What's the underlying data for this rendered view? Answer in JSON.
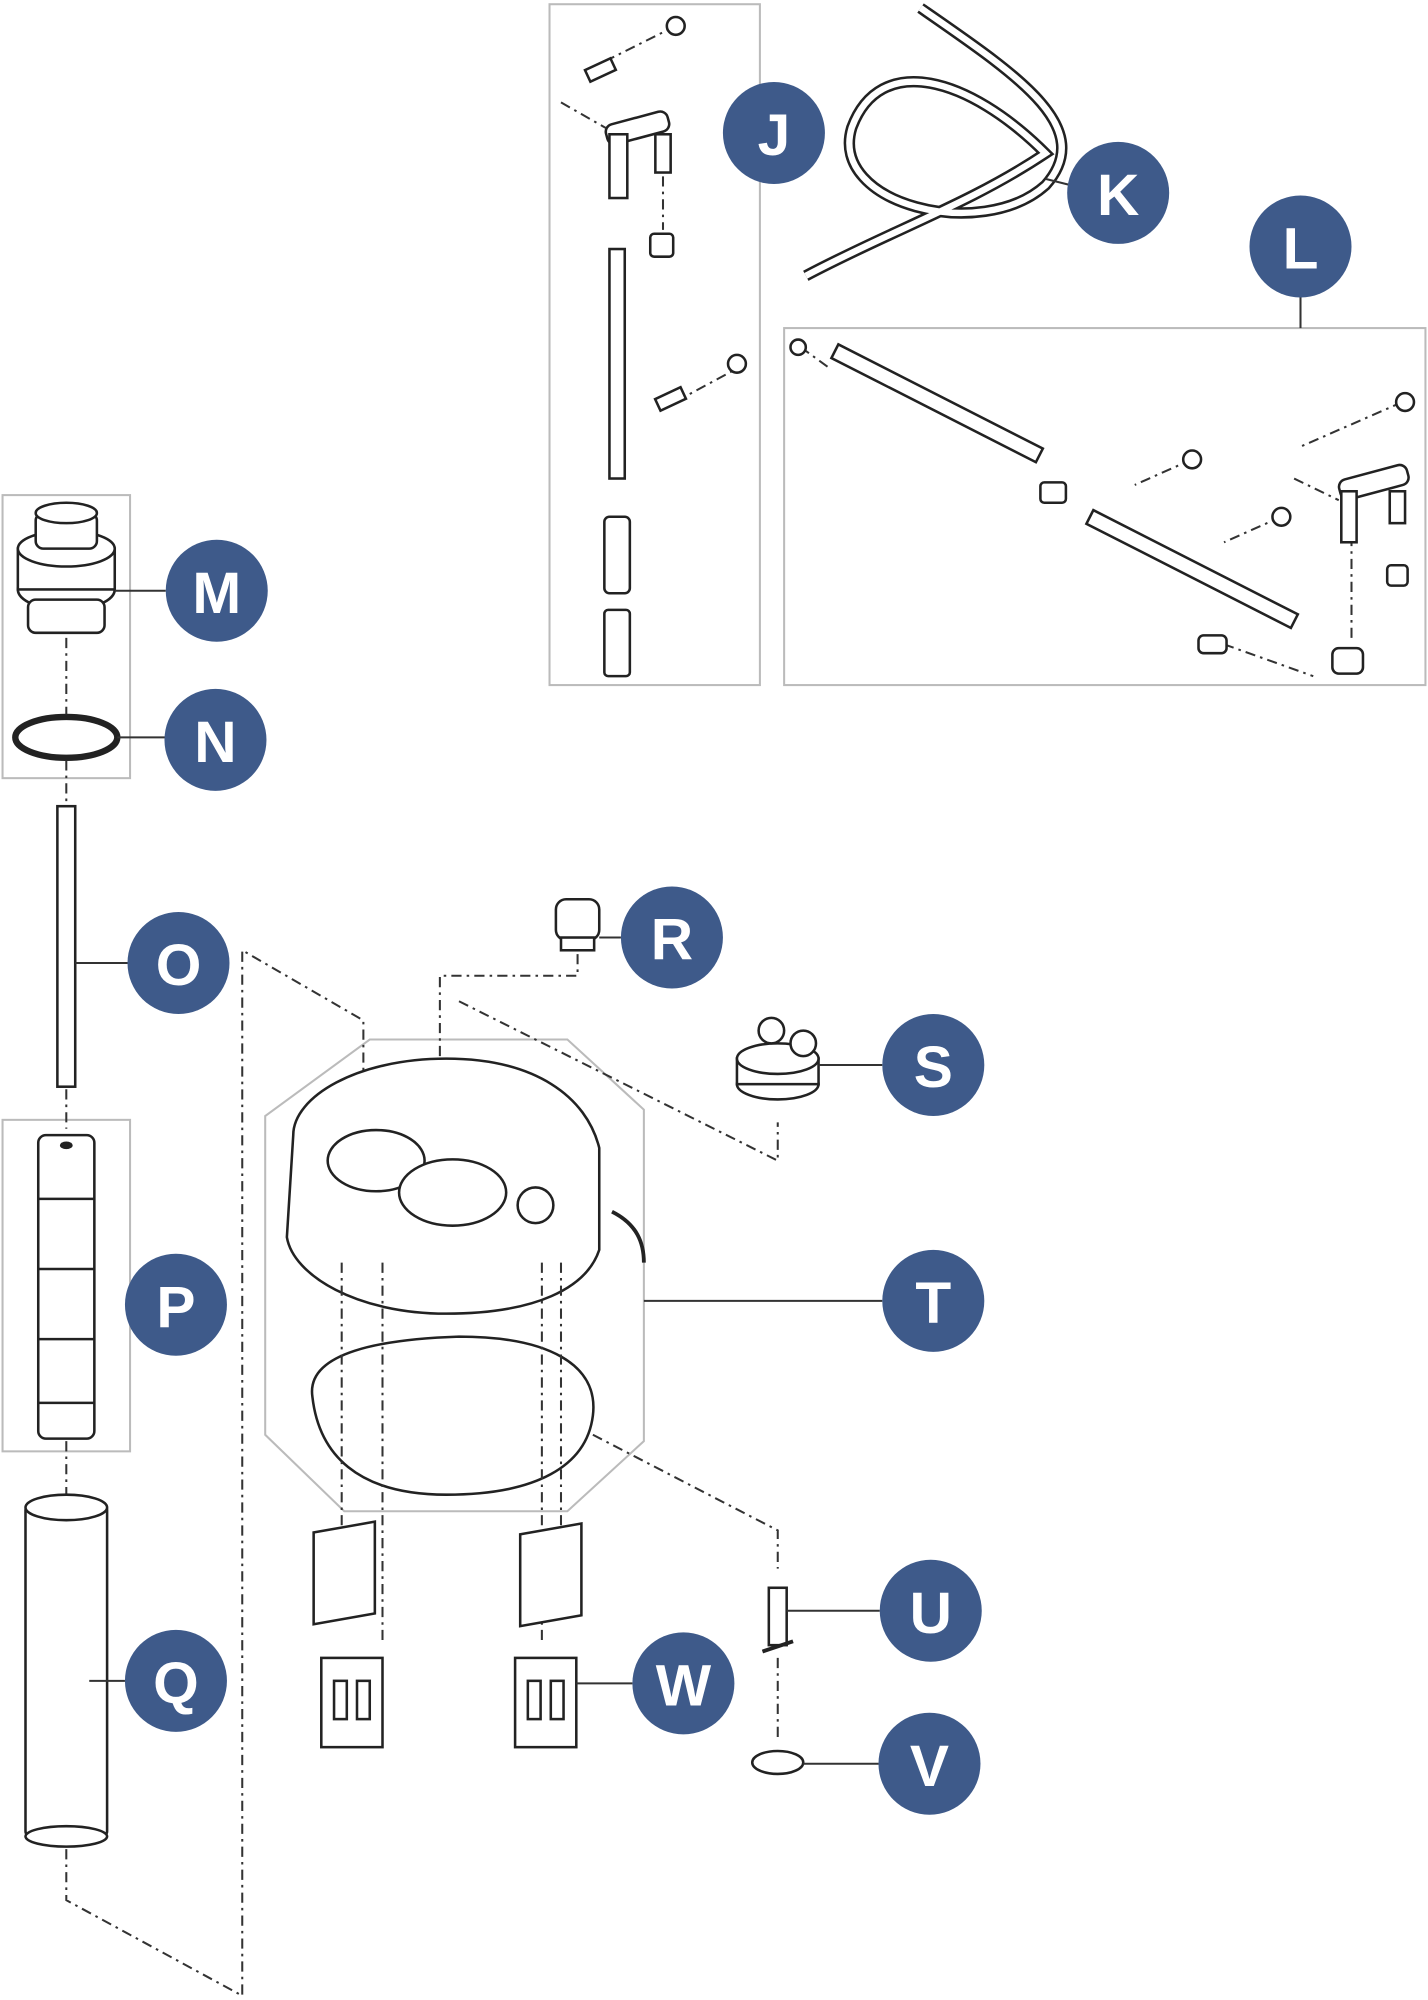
{
  "diagram": {
    "label_color": "#3e5a8a",
    "labels": [
      "J",
      "K",
      "L",
      "M",
      "N",
      "O",
      "P",
      "Q",
      "R",
      "S",
      "T",
      "U",
      "V",
      "W"
    ]
  }
}
